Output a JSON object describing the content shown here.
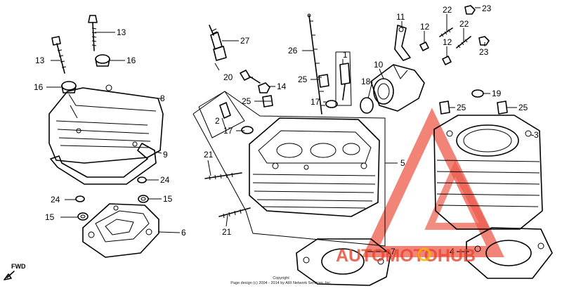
{
  "parts": [
    {
      "id": "p1",
      "label": "1"
    },
    {
      "id": "p2",
      "label": "2"
    },
    {
      "id": "p3",
      "label": "3"
    },
    {
      "id": "p4",
      "label": "4"
    },
    {
      "id": "p5",
      "label": "5"
    },
    {
      "id": "p6",
      "label": "6"
    },
    {
      "id": "p7",
      "label": "7"
    },
    {
      "id": "p8",
      "label": "8"
    },
    {
      "id": "p9",
      "label": "9"
    },
    {
      "id": "p10",
      "label": "10"
    },
    {
      "id": "p11",
      "label": "11"
    },
    {
      "id": "p12a",
      "label": "12"
    },
    {
      "id": "p12b",
      "label": "12"
    },
    {
      "id": "p13a",
      "label": "13"
    },
    {
      "id": "p13b",
      "label": "13"
    },
    {
      "id": "p14",
      "label": "14"
    },
    {
      "id": "p15a",
      "label": "15"
    },
    {
      "id": "p15b",
      "label": "15"
    },
    {
      "id": "p16a",
      "label": "16"
    },
    {
      "id": "p16b",
      "label": "16"
    },
    {
      "id": "p17a",
      "label": "17"
    },
    {
      "id": "p17b",
      "label": "17"
    },
    {
      "id": "p18",
      "label": "18"
    },
    {
      "id": "p19",
      "label": "19"
    },
    {
      "id": "p20",
      "label": "20"
    },
    {
      "id": "p21a",
      "label": "21"
    },
    {
      "id": "p21b",
      "label": "21"
    },
    {
      "id": "p22a",
      "label": "22"
    },
    {
      "id": "p22b",
      "label": "22"
    },
    {
      "id": "p23a",
      "label": "23"
    },
    {
      "id": "p23b",
      "label": "23"
    },
    {
      "id": "p24a",
      "label": "24"
    },
    {
      "id": "p24b",
      "label": "24"
    },
    {
      "id": "p25a",
      "label": "25"
    },
    {
      "id": "p25b",
      "label": "25"
    },
    {
      "id": "p25c",
      "label": "25"
    },
    {
      "id": "p25d",
      "label": "25"
    },
    {
      "id": "p26",
      "label": "26"
    },
    {
      "id": "p27",
      "label": "27"
    }
  ],
  "fwd_label": "FWD",
  "copyright": {
    "line1": "Copyright",
    "line2": "Page design (c) 2004 - 2014 by ARI Network Services, Inc."
  },
  "watermark": {
    "text": "AUTOMOTOHUB",
    "color": "#e8442f",
    "accent": "#f4b400"
  }
}
